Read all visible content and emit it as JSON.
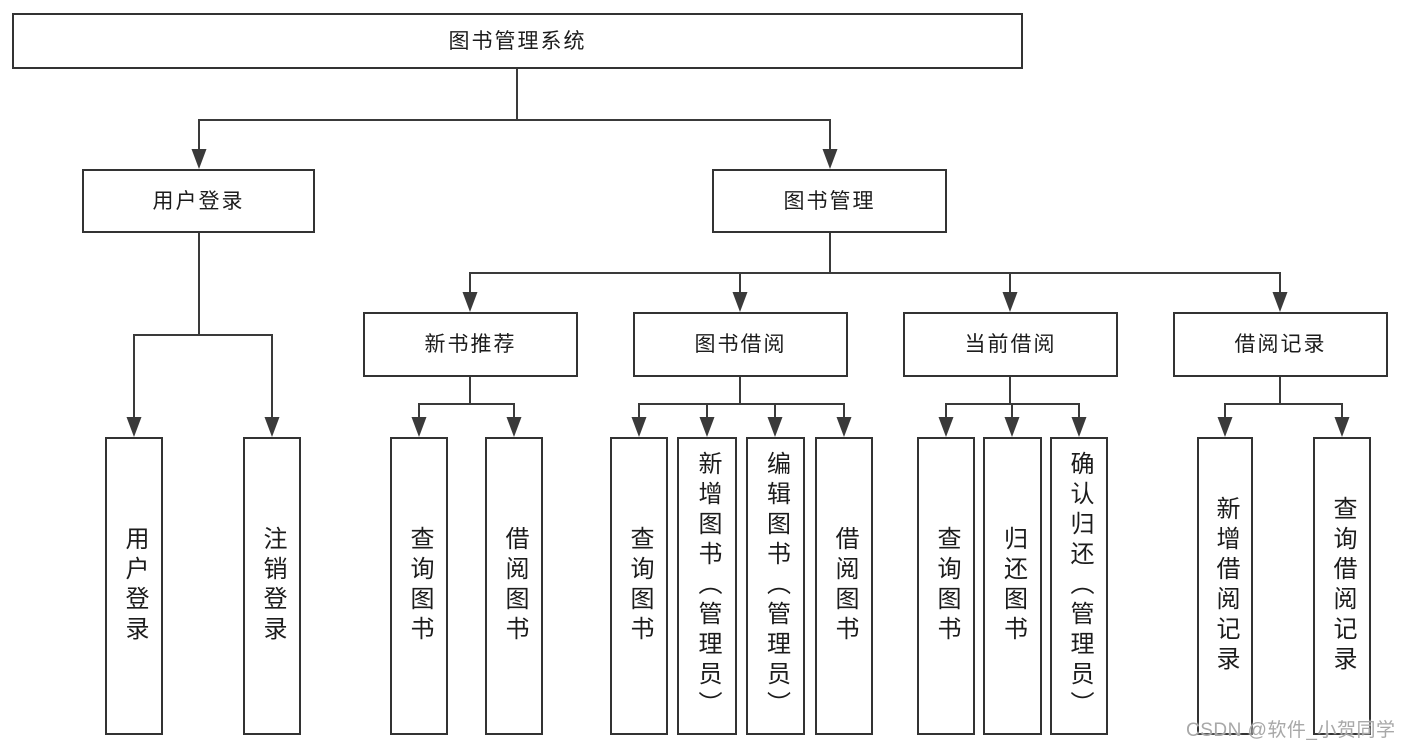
{
  "tree": {
    "root": {
      "label": "图书管理系统",
      "children": [
        {
          "label": "用户登录",
          "children": [
            {
              "label": "用户登录"
            },
            {
              "label": "注销登录"
            }
          ]
        },
        {
          "label": "图书管理",
          "children": [
            {
              "label": "新书推荐",
              "children": [
                {
                  "label": "查询图书"
                },
                {
                  "label": "借阅图书"
                }
              ]
            },
            {
              "label": "图书借阅",
              "children": [
                {
                  "label": "查询图书"
                },
                {
                  "label": "新增图书（管理员）"
                },
                {
                  "label": "编辑图书（管理员）"
                },
                {
                  "label": "借阅图书"
                }
              ]
            },
            {
              "label": "当前借阅",
              "children": [
                {
                  "label": "查询图书"
                },
                {
                  "label": "归还图书"
                },
                {
                  "label": "确认归还（管理员）"
                }
              ]
            },
            {
              "label": "借阅记录",
              "children": [
                {
                  "label": "新增借阅记录"
                },
                {
                  "label": "查询借阅记录"
                }
              ]
            }
          ]
        }
      ]
    }
  },
  "watermark": {
    "text": "CSDN @软件_小贺同学",
    "color": "#a8a8a8"
  },
  "colors": {
    "line": "#3a3a3a",
    "box_border": "#333333",
    "box_fill": "#ffffff",
    "text": "#1c1c1c",
    "background": "#ffffff"
  }
}
